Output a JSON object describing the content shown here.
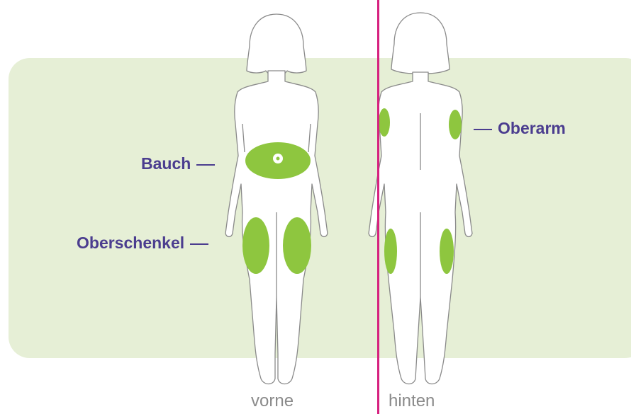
{
  "labels": {
    "bauch": "Bauch",
    "oberschenkel": "Oberschenkel",
    "oberarm": "Oberarm"
  },
  "captions": {
    "front": "vorne",
    "back": "hinten"
  },
  "colors": {
    "panel": "#e6efd6",
    "zone": "#8ec63f",
    "outline": "#8a8a8a",
    "label": "#4b3d8f",
    "caption": "#8a8a8a",
    "divider": "#d6217f"
  }
}
